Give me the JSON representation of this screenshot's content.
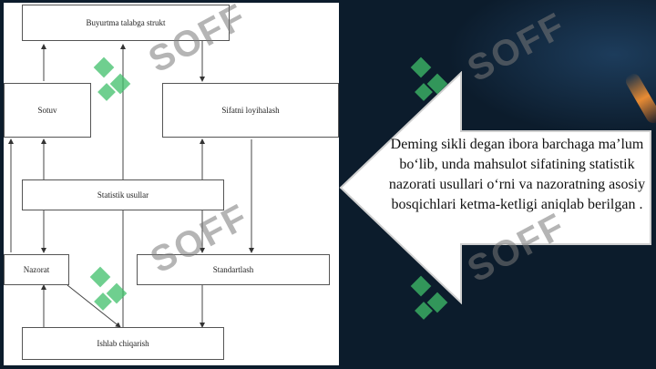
{
  "diagram": {
    "top_box": "Buyurtma talabga strukt",
    "left_box": "Sotuv",
    "right_box": "Sifatni loyihalash",
    "center_box": "Statistik usullar",
    "control_box": "Nazorat",
    "standard_box": "Standartlash",
    "bottom_box": "Ishlab chiqarish"
  },
  "callout": {
    "text": "Deming sikli degan ibora barchaga ma’lum bo‘lib, unda mahsulot sifatining statistik nazorati usullari o‘rni va nazoratning asosiy bosqichlari ketma-ketligi aniqlab berilgan ."
  },
  "watermark": {
    "text": "SOFF"
  },
  "colors": {
    "background": "#0c1c2c",
    "watermark_logo": "#3fbf6a"
  }
}
